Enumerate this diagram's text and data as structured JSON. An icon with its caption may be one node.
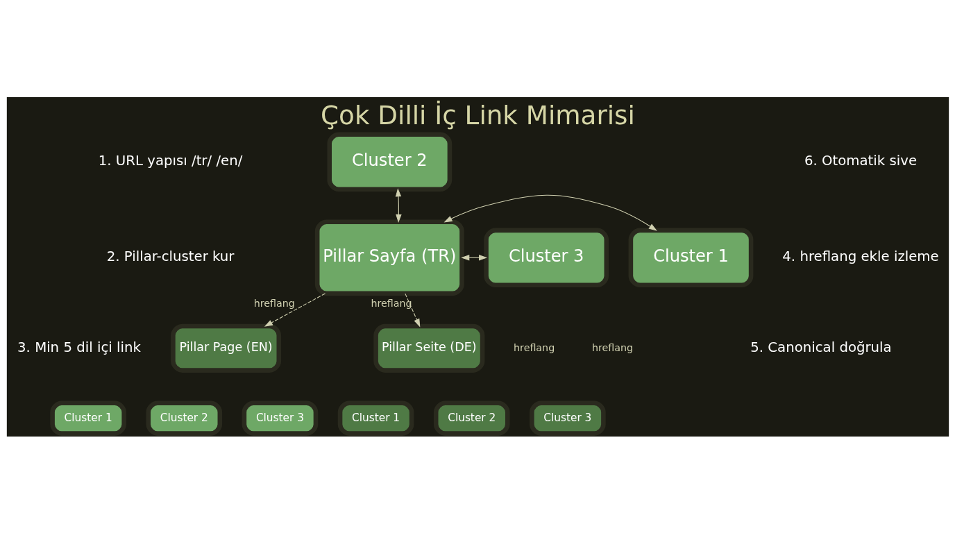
{
  "diagram": {
    "title": "Çok Dilli İç Link Mimarisi",
    "nodes": [
      {
        "text": [
          "Cluster 2"
        ]
      },
      {
        "text": [
          "Cluster 1"
        ]
      },
      {
        "text": [
          "Pillar Sayfa (TR)"
        ]
      },
      {
        "text": [
          "Cluster 3"
        ]
      },
      {
        "text": [
          "Pillar Page (EN)"
        ]
      },
      {
        "text": [
          "Pillar Seite (DE)"
        ]
      },
      {
        "text": [
          "Cluster 1"
        ]
      },
      {
        "text": [
          "Cluster 2"
        ]
      },
      {
        "text": [
          "Cluster 3"
        ]
      },
      {
        "text": [
          "Cluster 1"
        ]
      },
      {
        "text": [
          "Cluster 2"
        ]
      },
      {
        "text": [
          "Cluster 3"
        ]
      }
    ],
    "edges": [
      {
        "from": 2,
        "to": 0,
        "arrow": "both"
      },
      {
        "from": 2,
        "to": 1,
        "arrow": "both"
      },
      {
        "from": 2,
        "to": 3,
        "arrow": "both"
      },
      {
        "from": 2,
        "to": 4,
        "arrow": "to",
        "style": "dashed",
        "label": "hreflang"
      },
      {
        "from": 2,
        "to": 5,
        "arrow": "to",
        "style": "dashed",
        "label": "hreflang"
      }
    ],
    "labels": [
      "1. URL yapısı /tr/ /en/",
      "2. Pillar-cluster kur",
      "3. Min 5 dil içi link",
      "6. Otomatik sive",
      "4. hreflang ekle izleme",
      "5. Canonical doğrula",
      "hreflang",
      "hreflang"
    ]
  }
}
